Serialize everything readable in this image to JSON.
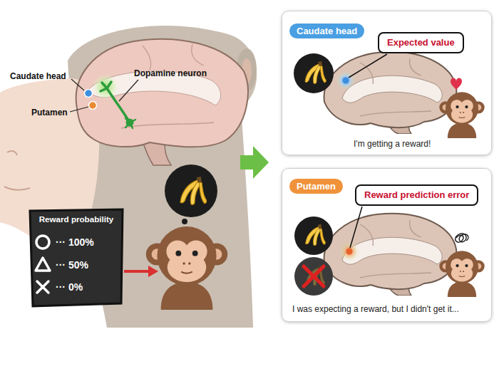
{
  "diagram": {
    "nodes": [
      {
        "text": [
          "Reward probability",
          "··· 100%",
          "··· 50%",
          "··· 0%"
        ]
      },
      {
        "text": [
          "I'm getting a reward!"
        ]
      },
      {
        "text": [
          "Caudate head"
        ],
        "in": 1
      },
      {
        "text": [
          "Expected value"
        ],
        "in": 1
      },
      {
        "text": [
          "I was expecting a reward, but I didn't get it..."
        ]
      },
      {
        "text": [
          "Putamen"
        ],
        "in": 4
      },
      {
        "text": [
          "Reward prediction error"
        ],
        "in": 4
      }
    ],
    "labels": [
      "Caudate head",
      "Dopamine neuron",
      "Putamen"
    ]
  }
}
